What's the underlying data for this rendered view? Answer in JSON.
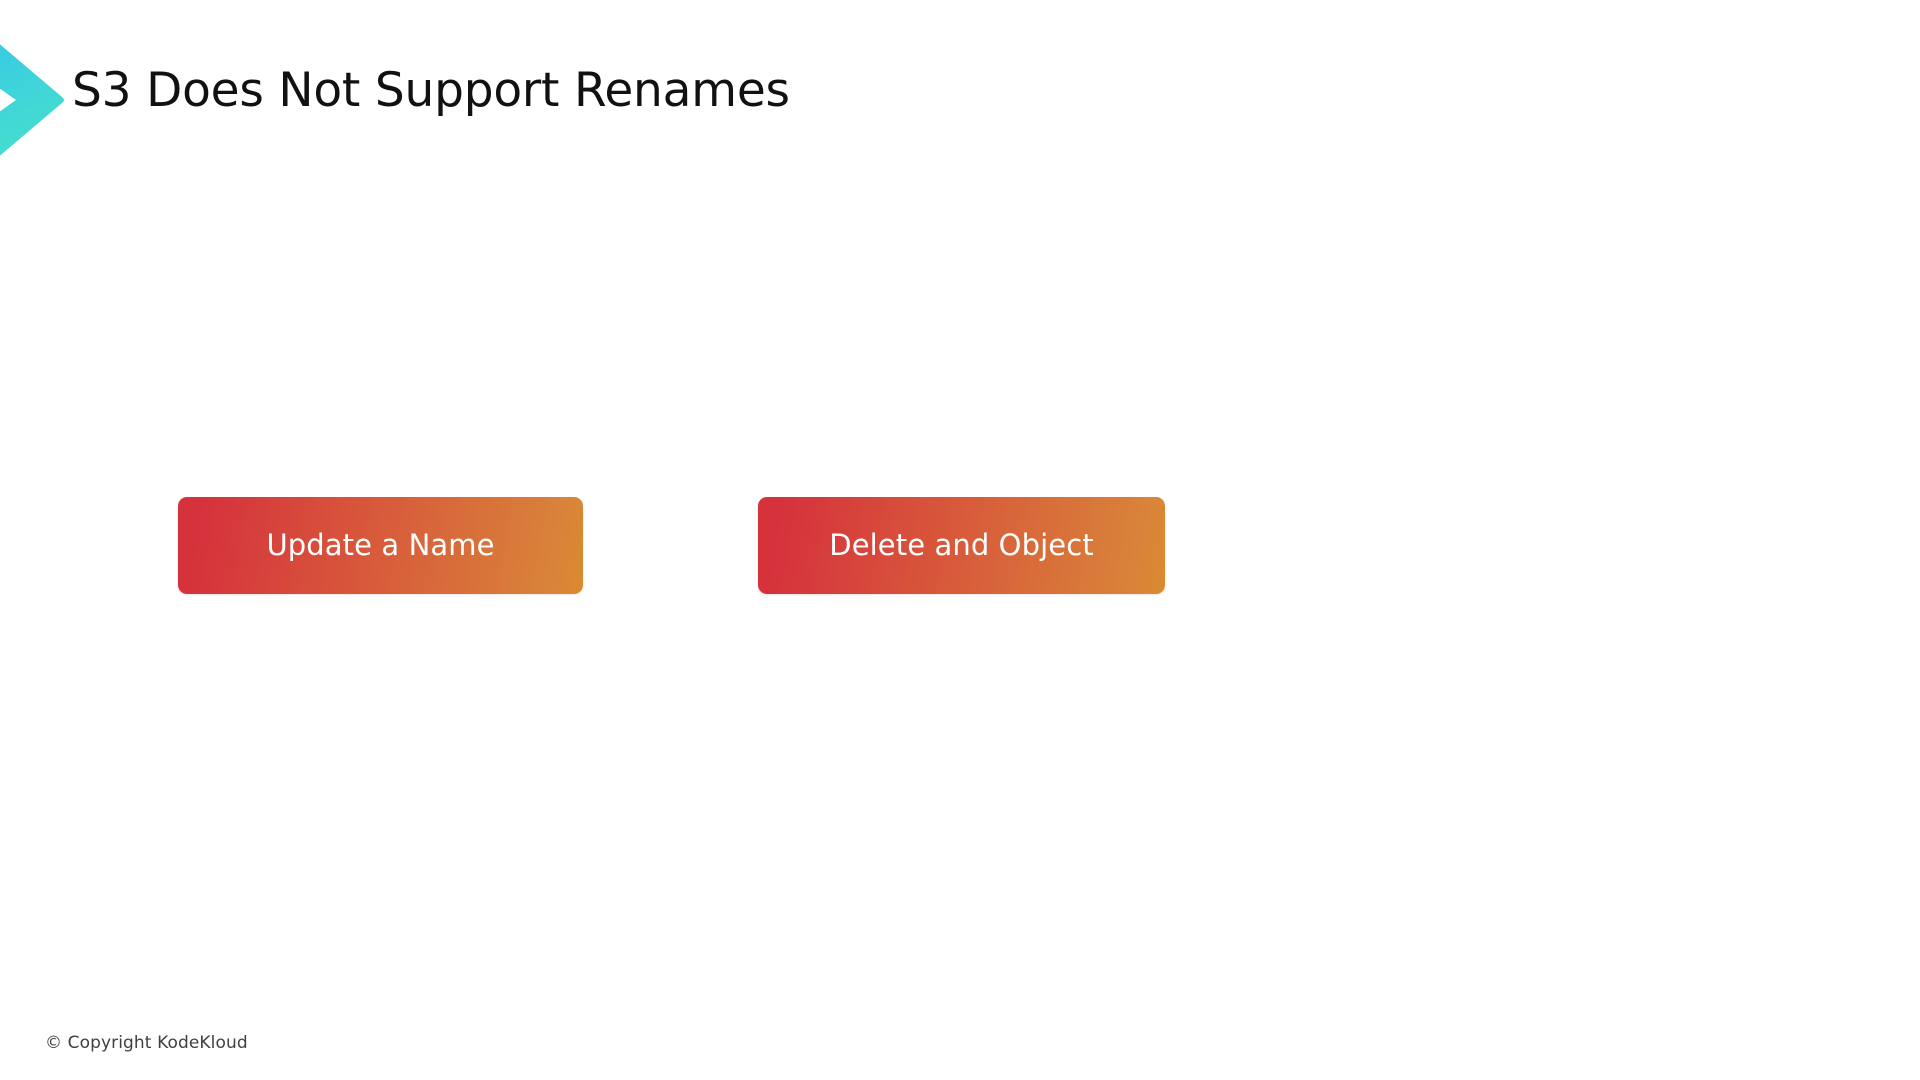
{
  "slide": {
    "title": "S3 Does Not Support Renames",
    "background_color": "#ffffff",
    "title_color": "#111111"
  },
  "logo": {
    "icon_name": "kodekloud-chevron-logo",
    "gradient_start": "#34c6e8",
    "gradient_mid": "#3fd3da",
    "gradient_end": "#46e0cc"
  },
  "actions": {
    "buttons": [
      {
        "label": "Update a Name",
        "name": "update-a-name-button",
        "gradient_start": "#d6323c",
        "gradient_end": "#da8a2e",
        "text_color": "#ffffff"
      },
      {
        "label": "Delete and Object",
        "name": "delete-and-object-button",
        "gradient_start": "#d6323c",
        "gradient_end": "#da8a2e",
        "text_color": "#ffffff"
      }
    ]
  },
  "footer": {
    "copyright": "© Copyright KodeKloud",
    "color": "#3f3f3f"
  }
}
